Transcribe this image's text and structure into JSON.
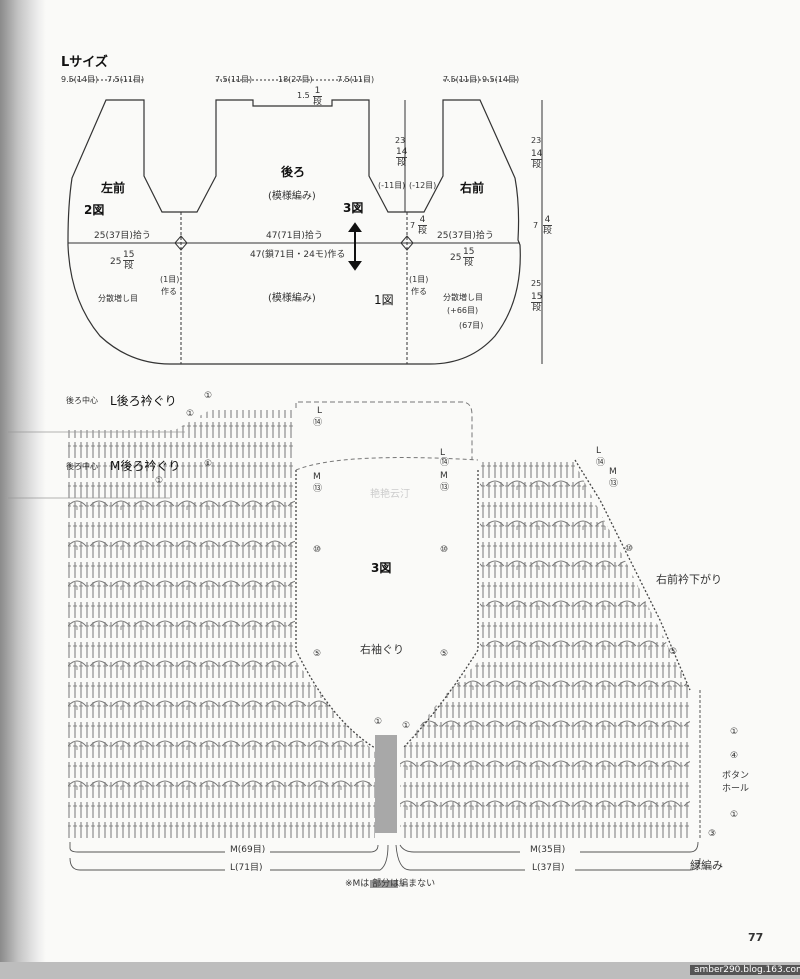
{
  "title": "Lサイズ",
  "top_dims": {
    "left_a": "9.5(14目)",
    "left_b": "7.5(11目)",
    "mid_a": "7.5(11目)",
    "mid_b": "18(27目)",
    "mid_c": "7.5(11目)",
    "right_a": "7.5(11目)",
    "right_b": "9.5(14目)",
    "neck_val": "1.5",
    "neck_row": {
      "num": "1",
      "den": "段"
    }
  },
  "schematic": {
    "left_front": "左前",
    "back": "後ろ",
    "right_front": "右前",
    "pattern": "(模様編み)",
    "fig2": "2図",
    "fig3": "3図",
    "fig1": "1図",
    "pickup_left": "25(37目)拾う",
    "pickup_mid": "47(71目)拾う",
    "pickup_right": "25(37目)拾う",
    "make_line": "47(鎖71目・24モ)作る",
    "rows_left": {
      "pre": "25",
      "num": "15",
      "den": "段"
    },
    "rows_right": {
      "pre": "25",
      "num": "15",
      "den": "段"
    },
    "make1_left": "(1目)",
    "make1_left2": "作る",
    "make1_right": "(1目)",
    "make1_right2": "作る",
    "dist_inc_left": "分散増し目",
    "dist_inc_right": "分散増し目",
    "plus66": "(+66目)",
    "st67": "(67目)",
    "pattern_lower": "(模様編み)",
    "dec_left": "(-11目)",
    "dec_right": "(-12目)",
    "armhole_rows": {
      "pre": "23",
      "num": "14",
      "den": "段"
    },
    "side_rows": {
      "pre": "7",
      "num": "4",
      "den": "段"
    },
    "right_h1": {
      "pre": "23",
      "num": "14",
      "den": "段"
    },
    "right_h2": {
      "pre": "7",
      "num": "4",
      "den": "段"
    },
    "right_h3": {
      "pre": "25",
      "num": "15",
      "den": "段"
    }
  },
  "chart": {
    "back_center_1": "後ろ中心",
    "l_back_neck": "L後ろ衿ぐり",
    "back_center_2": "後ろ中心",
    "m_back_neck": "M後ろ衿ぐり",
    "fig3": "3図",
    "right_armhole": "右袖ぐり",
    "right_front_neck": "右前衿下がり",
    "buttonhole_1": "ボタン",
    "buttonhole_2": "ホール",
    "edging": "縁編み",
    "L": "L",
    "M": "M",
    "row1": "①",
    "row4": "④",
    "row3": "③",
    "row5": "⑤",
    "row10": "⑩",
    "row13": "⑬",
    "row14": "⑭",
    "m_left": "M(69目)",
    "l_left": "L(71目)",
    "m_right": "M(35目)",
    "l_right": "L(37目)",
    "note": "※Mは      部分は編まない",
    "watermark": "艳艳云汀"
  },
  "page_number": "77",
  "footer_url": "amber290.blog.163.com"
}
